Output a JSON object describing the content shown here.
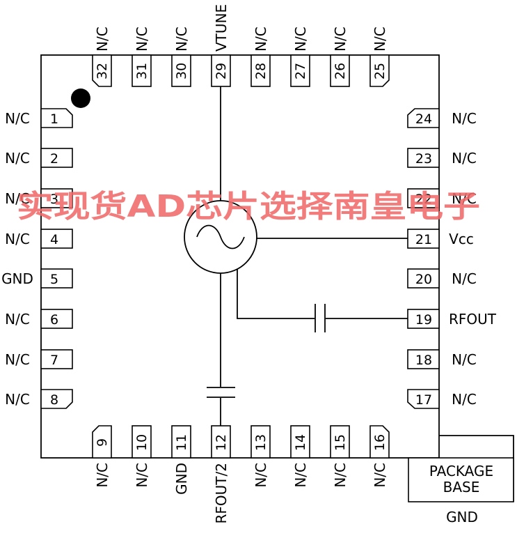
{
  "colors": {
    "line": "#000000",
    "watermark": "#f06a6a"
  },
  "package_base": {
    "line1": "PACKAGE",
    "line2": "BASE",
    "pin": "GND"
  },
  "watermark_text": "实现货AD芯片选择南皇电子",
  "pins": {
    "1": "N/C",
    "2": "N/C",
    "3": "N/C",
    "4": "N/C",
    "5": "GND",
    "6": "N/C",
    "7": "N/C",
    "8": "N/C",
    "9": "N/C",
    "10": "N/C",
    "11": "GND",
    "12": "RFOUT/2",
    "13": "N/C",
    "14": "N/C",
    "15": "N/C",
    "16": "N/C",
    "17": "N/C",
    "18": "N/C",
    "19": "RFOUT",
    "20": "N/C",
    "21": "Vcc",
    "22": "N/C",
    "23": "N/C",
    "24": "N/C",
    "25": "N/C",
    "26": "N/C",
    "27": "N/C",
    "28": "N/C",
    "29": "VTUNE",
    "30": "N/C",
    "31": "N/C",
    "32": "N/C"
  }
}
